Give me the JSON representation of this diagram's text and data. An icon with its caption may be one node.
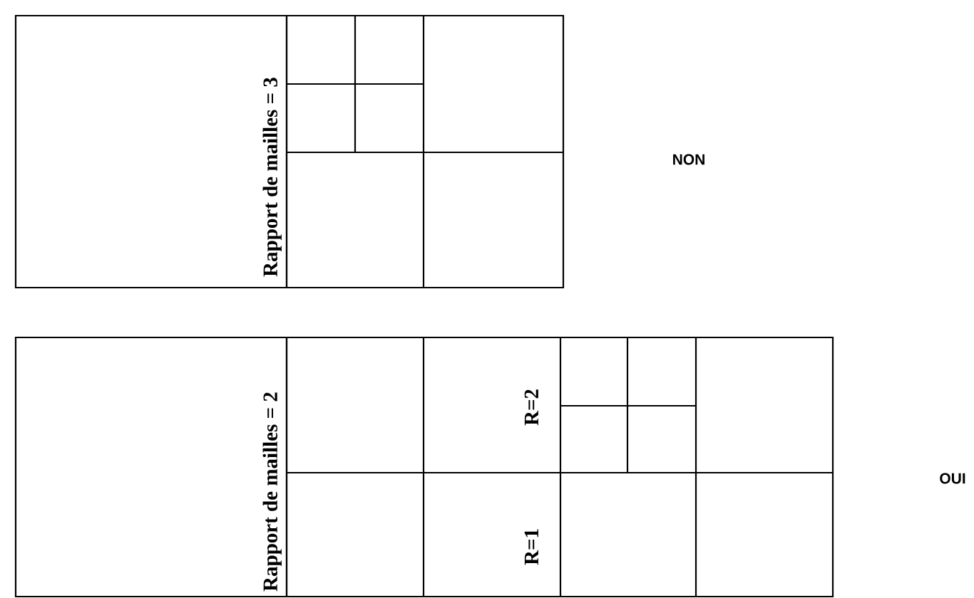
{
  "diagram": {
    "nodes": [
      {
        "text": [
          "Rapport de mailles = 3"
        ]
      },
      {
        "text": [
          "Rapport de mailles = 2"
        ]
      }
    ],
    "labels": [
      "NON",
      "R=2",
      "R=1",
      "OUI"
    ]
  }
}
